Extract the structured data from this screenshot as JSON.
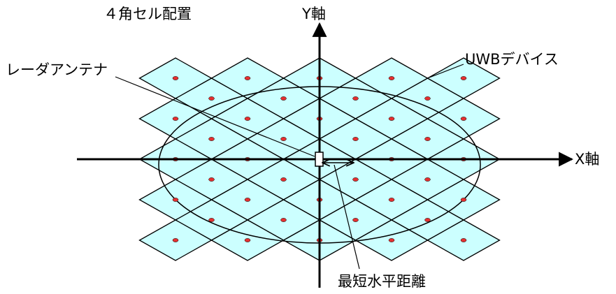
{
  "labels": {
    "title": "４角セル配置",
    "y_axis": "Y軸",
    "x_axis": "X軸",
    "radar_antenna": "レーダアンテナ",
    "uwb_device": "UWBデバイス",
    "min_horizontal_distance": "最短水平距離"
  },
  "colors": {
    "cell_fill": "#CCFFFF",
    "line": "#000000",
    "device_dot": "#E53030"
  }
}
